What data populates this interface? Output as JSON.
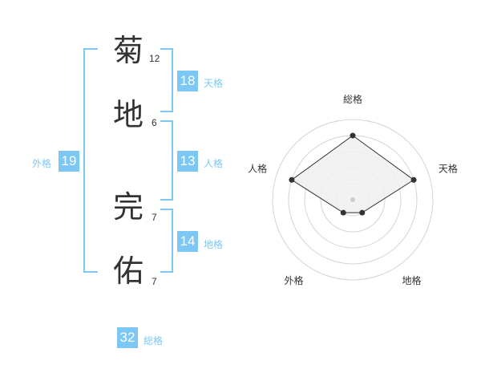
{
  "name_chars": [
    {
      "char": "菊",
      "strokes": "12"
    },
    {
      "char": "地",
      "strokes": "6"
    },
    {
      "char": "完",
      "strokes": "7"
    },
    {
      "char": "佑",
      "strokes": "7"
    }
  ],
  "fortunes": {
    "tenkaku": {
      "label": "天格",
      "value": "18"
    },
    "jinkaku": {
      "label": "人格",
      "value": "13"
    },
    "chikaku": {
      "label": "地格",
      "value": "14"
    },
    "gaikaku": {
      "label": "外格",
      "value": "19"
    },
    "soukaku": {
      "label": "総格",
      "value": "32"
    }
  },
  "accent_color": "#7cc7f3",
  "chart_data": {
    "type": "radar",
    "categories": [
      "総格",
      "天格",
      "地格",
      "外格",
      "人格"
    ],
    "values": [
      4,
      4,
      1,
      1,
      4
    ],
    "max": 5,
    "rings": 5,
    "grid": true
  }
}
